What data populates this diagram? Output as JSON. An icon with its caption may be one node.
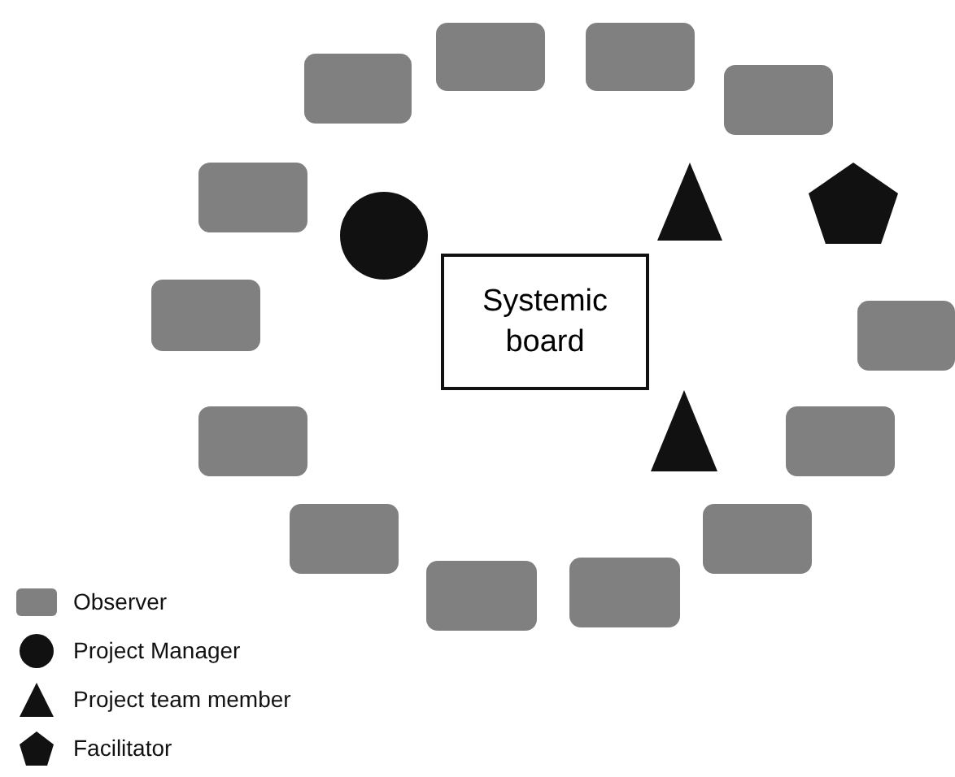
{
  "diagram": {
    "nodes": [
      {
        "text": [
          "Systemic board"
        ]
      },
      {
        "text": [],
        "shape": "box"
      },
      {
        "text": [],
        "shape": "box"
      },
      {
        "text": [],
        "shape": "box"
      },
      {
        "text": [],
        "shape": "box"
      },
      {
        "text": [],
        "shape": "box"
      },
      {
        "text": [],
        "shape": "triangle"
      },
      {
        "text": [],
        "shape": "pentagon"
      },
      {
        "text": [],
        "shape": "circle"
      },
      {
        "text": [],
        "shape": "box"
      },
      {
        "text": [],
        "shape": "box"
      },
      {
        "text": [],
        "shape": "triangle"
      },
      {
        "text": [],
        "shape": "box"
      },
      {
        "text": [],
        "shape": "box"
      },
      {
        "text": [],
        "shape": "box"
      },
      {
        "text": [],
        "shape": "box"
      },
      {
        "text": [],
        "shape": "box"
      },
      {
        "text": [],
        "shape": "box"
      }
    ],
    "edges": [],
    "legend": [
      {
        "text": "Observer",
        "color": "#808080"
      },
      {
        "text": "Project Manager"
      },
      {
        "text": "Project team member"
      },
      {
        "text": "Facilitator"
      }
    ]
  }
}
